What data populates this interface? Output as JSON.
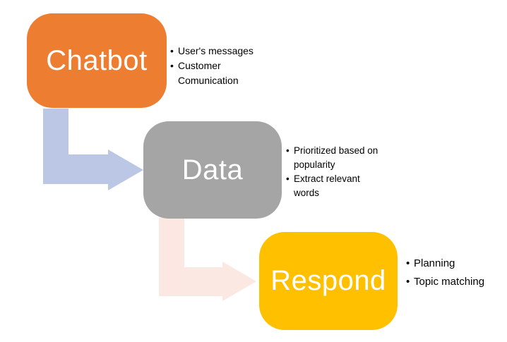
{
  "diagram": {
    "type": "step-down-process",
    "steps": [
      {
        "label": "Chatbot",
        "color": "#ED7D31",
        "bullets": [
          "User's messages",
          "Customer Comunication"
        ]
      },
      {
        "label": "Data",
        "color": "#A5A5A5",
        "bullets": [
          "Prioritized based on popularity",
          "Extract relevant words"
        ]
      },
      {
        "label": "Respond",
        "color": "#FFC000",
        "bullets": [
          "Planning",
          "Topic matching"
        ]
      }
    ],
    "arrows": [
      {
        "name": "chatbot-to-data",
        "color": "#BCC7E5"
      },
      {
        "name": "data-to-respond",
        "color": "#FBE8E3"
      }
    ],
    "colors": {
      "background": "#FFFFFF",
      "step_text": "#FFFFFF",
      "bullet_text": "#000000"
    }
  },
  "ui": {
    "bullet_glyph": "•"
  }
}
